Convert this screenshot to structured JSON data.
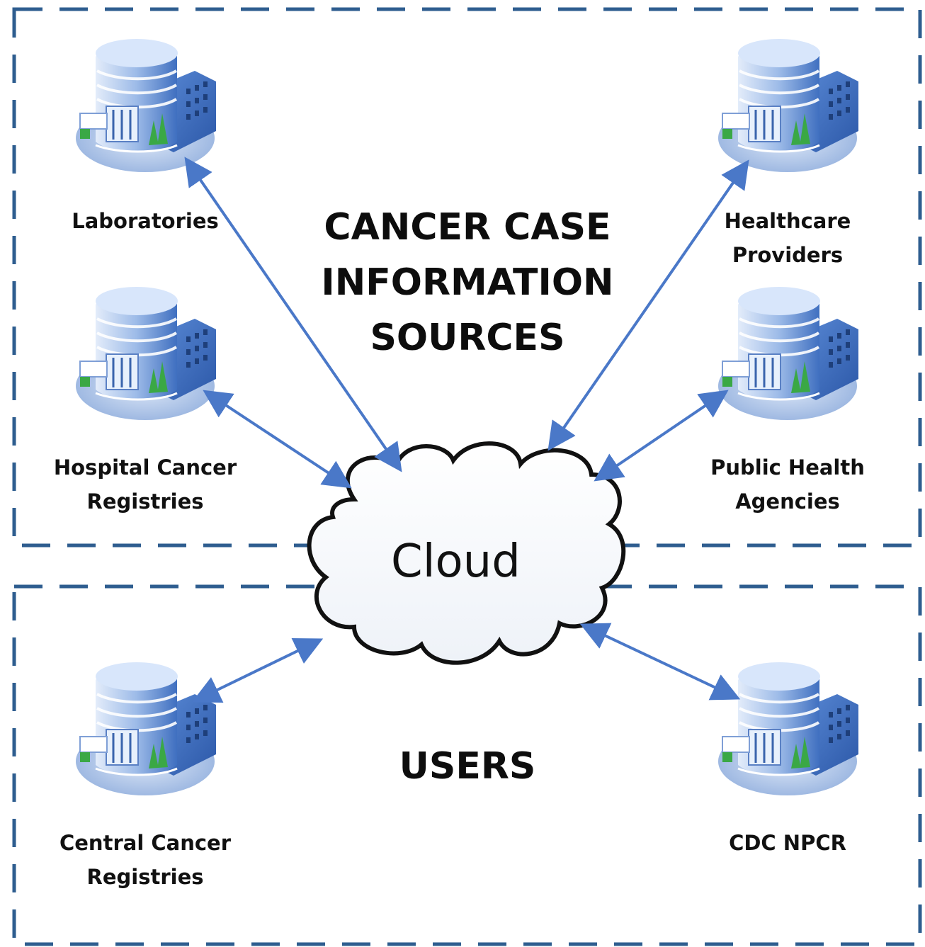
{
  "headings": {
    "sources": [
      "CANCER CASE",
      "INFORMATION",
      "SOURCES"
    ],
    "users": "USERS"
  },
  "cloud": {
    "label": "Cloud"
  },
  "nodes": {
    "laboratories": {
      "lines": [
        "Laboratories"
      ],
      "icon": "building-icon"
    },
    "healthcare_providers": {
      "lines": [
        "Healthcare",
        "Providers"
      ],
      "icon": "building-icon"
    },
    "hospital_cancer_registries": {
      "lines": [
        "Hospital Cancer",
        "Registries"
      ],
      "icon": "building-icon"
    },
    "public_health_agencies": {
      "lines": [
        "Public Health",
        "Agencies"
      ],
      "icon": "building-icon"
    },
    "central_cancer_registries": {
      "lines": [
        "Central Cancer",
        "Registries"
      ],
      "icon": "building-icon"
    },
    "cdc_npcr": {
      "lines": [
        "CDC NPCR"
      ],
      "icon": "building-icon"
    }
  },
  "colors": {
    "border_dash": "#2e5d8f",
    "arrow": "#4a78c8",
    "building_main": "#3b6fc2",
    "building_light": "#cfe0f6",
    "tree": "#3aa845"
  }
}
